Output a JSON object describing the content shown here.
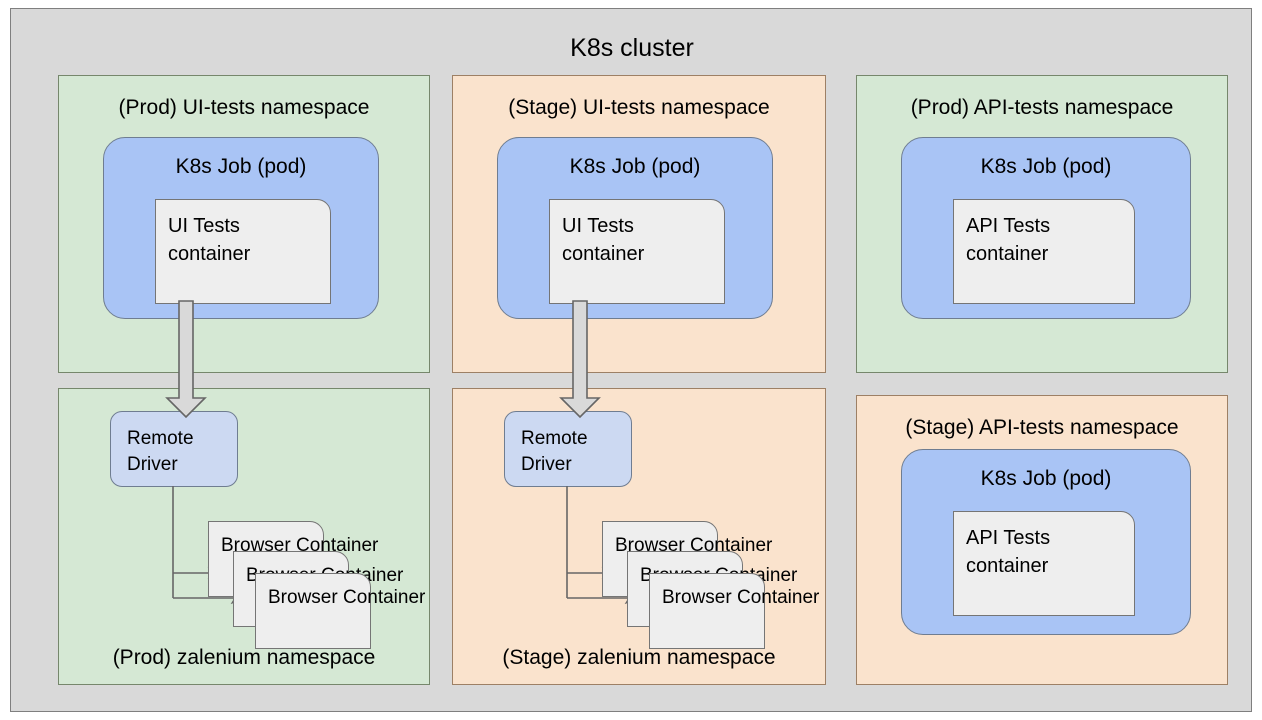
{
  "cluster": {
    "title": "K8s cluster",
    "bg": "#d9d9d9",
    "border": "#7f7f7f"
  },
  "palette": {
    "prod_namespace_fill": "#d5e8d4",
    "prod_namespace_stroke": "#76876c",
    "stage_namespace_fill": "#fae3cd",
    "stage_namespace_stroke": "#9d8065",
    "pod_fill": "#a9c4f5",
    "pod_stroke": "#6f7d91",
    "container_fill": "#eeeeee",
    "container_stroke": "#757575",
    "driver_fill": "#ccd9f2",
    "driver_stroke": "#6f7d91",
    "arrow_fill": "#d9d9d9",
    "arrow_stroke": "#666666",
    "line_stroke": "#666666"
  },
  "namespaces": [
    {
      "id": "prod-ui-tests",
      "label": "(Prod) UI-tests namespace",
      "label_position": "top",
      "env": "prod",
      "pod": {
        "title": "K8s Job (pod)",
        "container": {
          "line1": "UI Tests",
          "line2": "container"
        }
      }
    },
    {
      "id": "stage-ui-tests",
      "label": "(Stage) UI-tests namespace",
      "label_position": "top",
      "env": "stage",
      "pod": {
        "title": "K8s Job (pod)",
        "container": {
          "line1": "UI Tests",
          "line2": "container"
        }
      }
    },
    {
      "id": "prod-api-tests",
      "label": "(Prod) API-tests namespace",
      "label_position": "top",
      "env": "prod",
      "pod": {
        "title": "K8s Job (pod)",
        "container": {
          "line1": "API Tests",
          "line2": "container"
        }
      }
    },
    {
      "id": "prod-zalenium",
      "label": "(Prod) zalenium namespace",
      "label_position": "bottom",
      "env": "prod",
      "driver": {
        "line1": "Remote",
        "line2": "Driver"
      },
      "browsers": [
        {
          "line1": "Browser",
          "line2": "Container"
        },
        {
          "line1": "Browser",
          "line2": "Container"
        },
        {
          "line1": "Browser",
          "line2": "Container"
        }
      ]
    },
    {
      "id": "stage-zalenium",
      "label": "(Stage) zalenium namespace",
      "label_position": "bottom",
      "env": "stage",
      "driver": {
        "line1": "Remote",
        "line2": "Driver"
      },
      "browsers": [
        {
          "line1": "Browser",
          "line2": "Container"
        },
        {
          "line1": "Browser",
          "line2": "Container"
        },
        {
          "line1": "Browser",
          "line2": "Container"
        }
      ]
    },
    {
      "id": "stage-api-tests",
      "label": "(Stage) API-tests namespace",
      "label_position": "top",
      "env": "stage",
      "pod": {
        "title": "K8s Job (pod)",
        "container": {
          "line1": "API Tests",
          "line2": "container"
        }
      }
    }
  ]
}
